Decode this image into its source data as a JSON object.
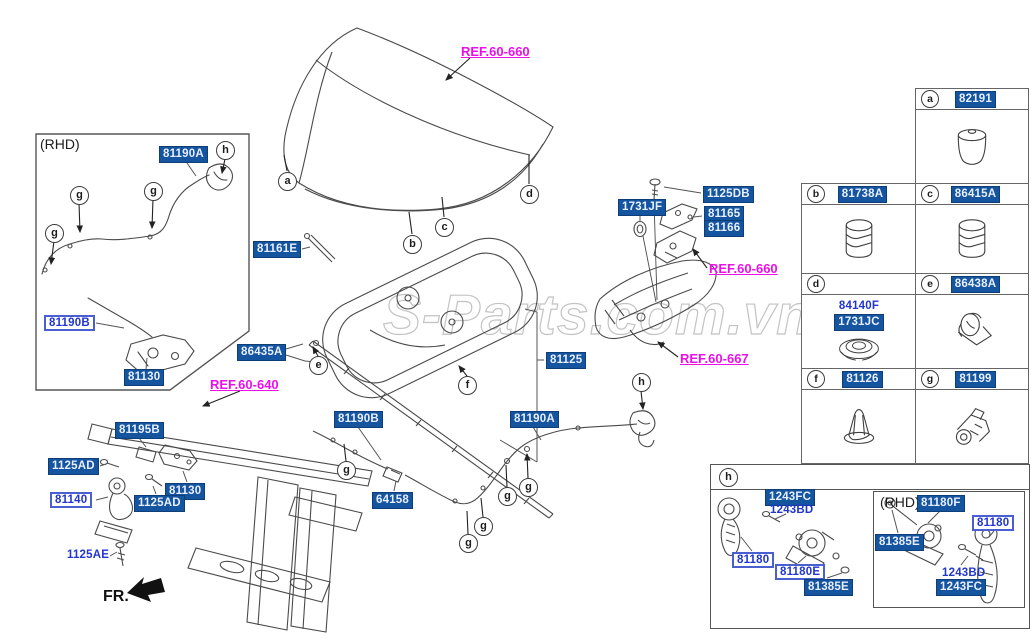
{
  "watermark": "S-Parts.com.vn",
  "fr": {
    "label": "FR."
  },
  "colors": {
    "highlight_bg": "#15549f",
    "label_blue": "#2036cf",
    "ref_magenta": "#ea10ea"
  },
  "rhd_box": {
    "label": "(RHD)"
  },
  "refs": {
    "hood": "REF.60-660",
    "hinge": "REF.60-660",
    "cowl": "REF.60-667",
    "member": "REF.60-640"
  },
  "callouts": {
    "tl_81190A": "81190A",
    "tl_81190B": "81190B",
    "tl_81130": "81130",
    "prop_81161E": "81161E",
    "strip_86435A": "86435A",
    "pad_81125": "81125",
    "grommet_1731JF": "1731JF",
    "bolt_1125DB": "1125DB",
    "b81165": "81165",
    "b81166": "81166",
    "sup_81195B": "81195B",
    "sup_1125AD_a": "1125AD",
    "sup_81140": "81140",
    "sup_81130": "81130",
    "sup_1125AD_b": "1125AD",
    "sup_1125AE": "1125AE",
    "cbl_81190B": "81190B",
    "cbl_64158": "64158",
    "cbl_81190A": "81190A"
  },
  "ref_table": {
    "cells": {
      "a": {
        "letter": "a",
        "part": "82191"
      },
      "b": {
        "letter": "b",
        "part": "81738A"
      },
      "c": {
        "letter": "c",
        "part": "86415A"
      },
      "d": {
        "letter": "d",
        "part_top": "84140F",
        "part": "1731JC"
      },
      "e": {
        "letter": "e",
        "part": "86438A"
      },
      "f": {
        "letter": "f",
        "part": "81126"
      },
      "g": {
        "letter": "g",
        "part": "81199"
      }
    }
  },
  "h_panel": {
    "letter": "h",
    "rhd_label": "(RHD)",
    "l_1243FC": "1243FC",
    "l_1243BD": "1243BD",
    "l_81180": "81180",
    "l_81180E": "81180E",
    "l_81385E": "81385E",
    "r_81180F": "81180F",
    "r_81180": "81180",
    "r_81385E": "81385E",
    "r_1243BD": "1243BD",
    "r_1243FC": "1243FC"
  },
  "circles": {
    "a": "a",
    "b": "b",
    "c": "c",
    "d": "d",
    "e": "e",
    "f": "f",
    "g": "g",
    "h": "h"
  }
}
